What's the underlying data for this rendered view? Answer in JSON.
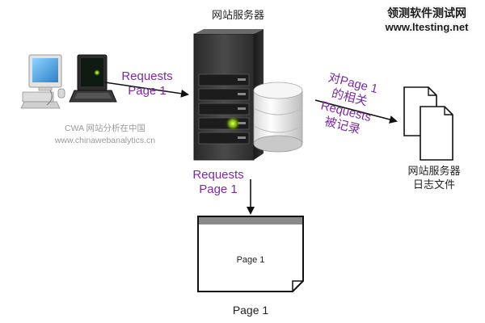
{
  "server": {
    "title": "网站服务器"
  },
  "watermark": {
    "line1": "领测软件测试网",
    "line2": "www.ltesting.net"
  },
  "request_left": {
    "line1": "Requests",
    "line2": "Page 1"
  },
  "cwa": {
    "line1": "CWA 网站分析在中国",
    "line2": "www.chinawebanalytics.cn"
  },
  "request_down": {
    "line1": "Requests",
    "line2": "Page 1"
  },
  "log_note": {
    "line1": "对Page 1",
    "line2": "的相关",
    "line3": "Requests",
    "line4": "被记录"
  },
  "log_files": {
    "line1": "网站服务器",
    "line2": "日志文件"
  },
  "page": {
    "inner_label": "Page 1",
    "caption": "Page 1"
  },
  "colors": {
    "accent": "#7a2aa8",
    "server": "#3a3a3a",
    "cwa_gray": "#9a9a9a"
  }
}
